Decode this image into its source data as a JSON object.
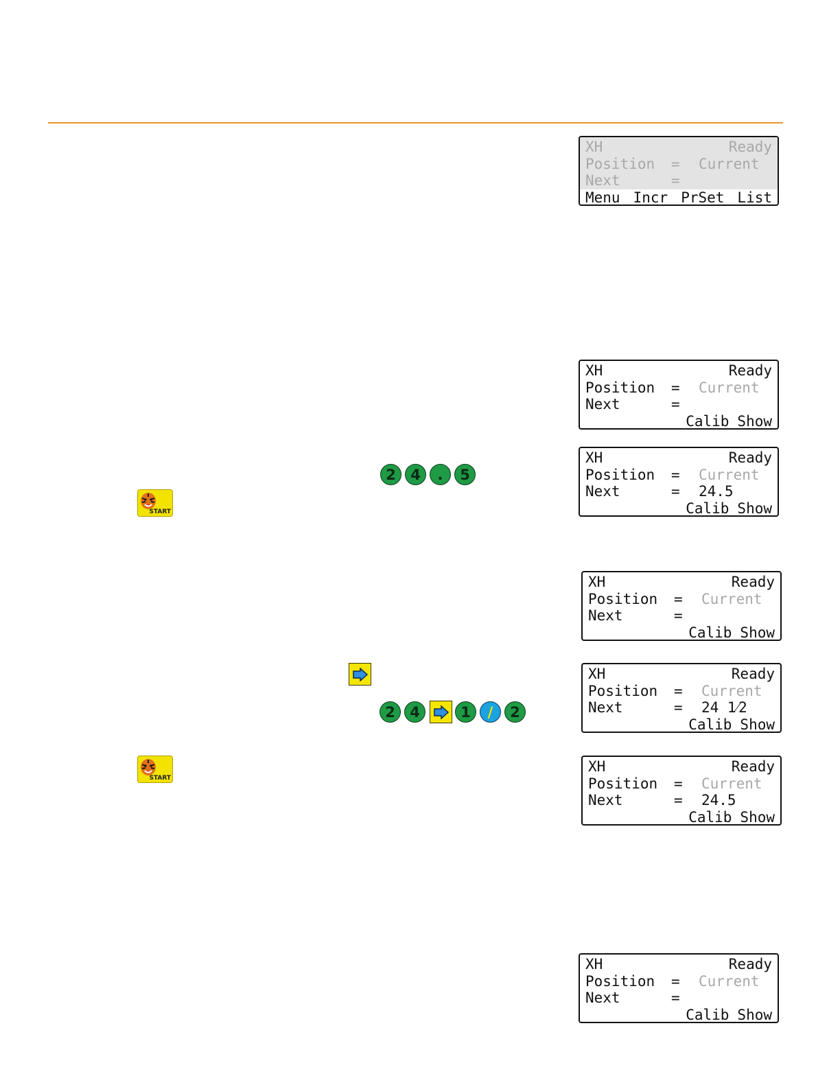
{
  "lcd_labels": {
    "axis": "XH",
    "status": "Ready",
    "position": "Position",
    "equals": "=",
    "current": "Current",
    "next": "Next"
  },
  "lcd_menu": [
    "Menu",
    "Incr",
    "PrSet",
    "List"
  ],
  "lcd_soft": [
    "Calib",
    "Show"
  ],
  "displays": {
    "d2_next": "24.5",
    "d4_next": "24 1⁄2",
    "d5_next": "24.5"
  },
  "keys": {
    "seq1": [
      "2",
      "4",
      ".",
      "5"
    ],
    "seq2_a": [
      "2",
      "4"
    ],
    "seq2_b": [
      "1"
    ],
    "slash": "/",
    "seq2_c": [
      "2"
    ],
    "start_label": "START"
  },
  "colors": {
    "rule": "#e8952b",
    "key_green": "#1f9a45",
    "key_blue": "#1aa3e0",
    "key_yellow": "#f5e500"
  }
}
